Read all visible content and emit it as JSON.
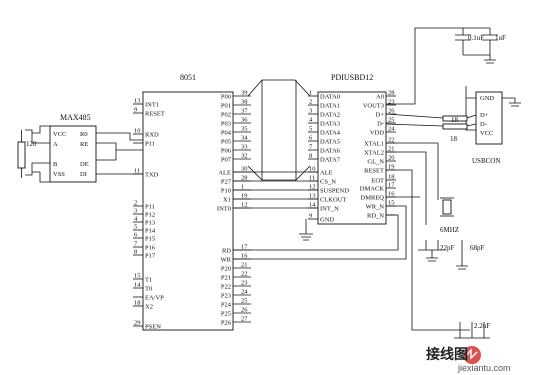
{
  "components": {
    "mcu": {
      "title": "8051",
      "left_pins": [
        {
          "num": "13",
          "name": "INT1"
        },
        {
          "num": "9",
          "name": "RESET"
        },
        {
          "num": "10",
          "name": "RXD"
        },
        {
          "num": "",
          "name": "P11"
        },
        {
          "num": "11",
          "name": "TXD"
        },
        {
          "num": "2",
          "name": "P11"
        },
        {
          "num": "3",
          "name": "P12"
        },
        {
          "num": "4",
          "name": "P13"
        },
        {
          "num": "5",
          "name": "P14"
        },
        {
          "num": "6",
          "name": "P15"
        },
        {
          "num": "7",
          "name": "P16"
        },
        {
          "num": "8",
          "name": "P17"
        },
        {
          "num": "15",
          "name": "T1"
        },
        {
          "num": "14",
          "name": "T0"
        },
        {
          "num": "",
          "name": "EA/VP"
        },
        {
          "num": "18",
          "name": "X2"
        },
        {
          "num": "29",
          "name": "PSEN"
        }
      ],
      "right_pins": [
        {
          "num": "39",
          "name": "P00"
        },
        {
          "num": "38",
          "name": "P01"
        },
        {
          "num": "37",
          "name": "P02"
        },
        {
          "num": "36",
          "name": "P03"
        },
        {
          "num": "35",
          "name": "P04"
        },
        {
          "num": "34",
          "name": "P05"
        },
        {
          "num": "33",
          "name": "P06"
        },
        {
          "num": "32",
          "name": "P07"
        },
        {
          "num": "30",
          "name": "ALE"
        },
        {
          "num": "28",
          "name": "P27"
        },
        {
          "num": "1",
          "name": "P10"
        },
        {
          "num": "19",
          "name": "X1"
        },
        {
          "num": "12",
          "name": "INT0"
        },
        {
          "num": "17",
          "name": "RD"
        },
        {
          "num": "16",
          "name": "WR"
        },
        {
          "num": "21",
          "name": "P20"
        },
        {
          "num": "22",
          "name": "P21"
        },
        {
          "num": "23",
          "name": "P22"
        },
        {
          "num": "24",
          "name": "P23"
        },
        {
          "num": "25",
          "name": "P24"
        },
        {
          "num": "26",
          "name": "P25"
        },
        {
          "num": "27",
          "name": "P26"
        }
      ]
    },
    "usb_chip": {
      "title": "PDIUSBD12",
      "left_pins": [
        {
          "num": "1",
          "name": "DATA0"
        },
        {
          "num": "2",
          "name": "DATA1"
        },
        {
          "num": "3",
          "name": "DATA2"
        },
        {
          "num": "4",
          "name": "DATA3"
        },
        {
          "num": "5",
          "name": "DATA4"
        },
        {
          "num": "6",
          "name": "DATA5"
        },
        {
          "num": "7",
          "name": "DATA6"
        },
        {
          "num": "8",
          "name": "DATA7"
        },
        {
          "num": "10",
          "name": "ALE"
        },
        {
          "num": "11",
          "name": "CS_N"
        },
        {
          "num": "12",
          "name": "SUSPEND"
        },
        {
          "num": "13",
          "name": "CLKOUT"
        },
        {
          "num": "14",
          "name": "INT_N"
        },
        {
          "num": "9",
          "name": "GND"
        }
      ],
      "right_pins": [
        {
          "num": "28",
          "name": "A0"
        },
        {
          "num": "23",
          "name": "VOUT3"
        },
        {
          "num": "26",
          "name": "D+"
        },
        {
          "num": "25",
          "name": "D-"
        },
        {
          "num": "24",
          "name": "VDD"
        },
        {
          "num": "22",
          "name": "XTAL1"
        },
        {
          "num": "21",
          "name": "XTAL2"
        },
        {
          "num": "20",
          "name": "GL_N"
        },
        {
          "num": "19",
          "name": "RESET"
        },
        {
          "num": "18",
          "name": "EOT"
        },
        {
          "num": "17",
          "name": "DMACK"
        },
        {
          "num": "16",
          "name": "DMREQ"
        },
        {
          "num": "15",
          "name": "WR_N"
        },
        {
          "num": "",
          "name": "RD_N"
        }
      ]
    },
    "rs485": {
      "title": "MAX485",
      "left_pins": [
        "VCC",
        "A",
        "B",
        "VSS"
      ],
      "right_pins": [
        "R0",
        "RE",
        "DE",
        "DI"
      ]
    },
    "resistor_120": "120",
    "usb_connector": {
      "title": "USBCON",
      "pins": [
        "GND",
        "D+",
        "D-",
        "VCC"
      ]
    },
    "cap_top": {
      "left": "0.1uF",
      "right": "1uF"
    },
    "resistor_18": "18",
    "resistor_18_top": "18",
    "crystal": "6MHZ",
    "cap_crystal_1": "22pF",
    "cap_crystal_2": "68pF",
    "bottom_caps": "2.2uF"
  },
  "watermark": {
    "text": "接线图",
    "url": "jiexiantu.com",
    "brand_icon": "electronics-logo-icon"
  }
}
